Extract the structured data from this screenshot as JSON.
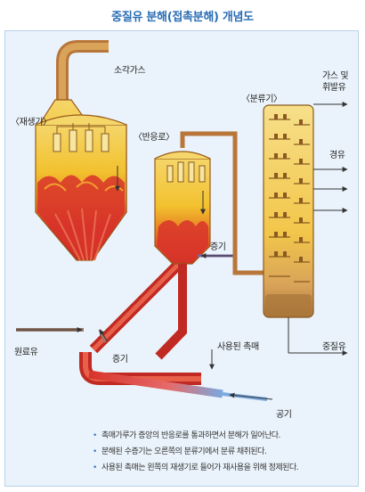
{
  "title": "중질유 분해(접촉분해) 개념도",
  "labels": {
    "regenerator": "〈재생기〉",
    "flue_gas": "소각가스",
    "reactor": "〈반응로〉",
    "fractionator": "〈분류기〉",
    "gas_and_volatile_line1": "가스 및",
    "gas_and_volatile_line2": "휘발유",
    "light_oil": "경유",
    "steam_reactor": "증기",
    "used_catalyst": "사용된 촉매",
    "heavy_oil": "중질유",
    "feed_oil": "원료유",
    "steam_bottom": "증기",
    "air": "공기"
  },
  "notes": [
    "촉매가루가 증앙의 반응로를 통과하면서 분해가 일어난다.",
    "분해된 수증기는 오른쪽의 분류기에서 분류 채취된다.",
    "사용된 촉매는 왼쪽의 재생기로 들어가 재사용을 위해 정제된다."
  ],
  "colors": {
    "accent": "#2a6db5",
    "panel": "#eaf3fb",
    "vessel_yellow": "#f2c12e",
    "hot_red": "#d8342a",
    "pipe_brown": "#b8763a"
  }
}
